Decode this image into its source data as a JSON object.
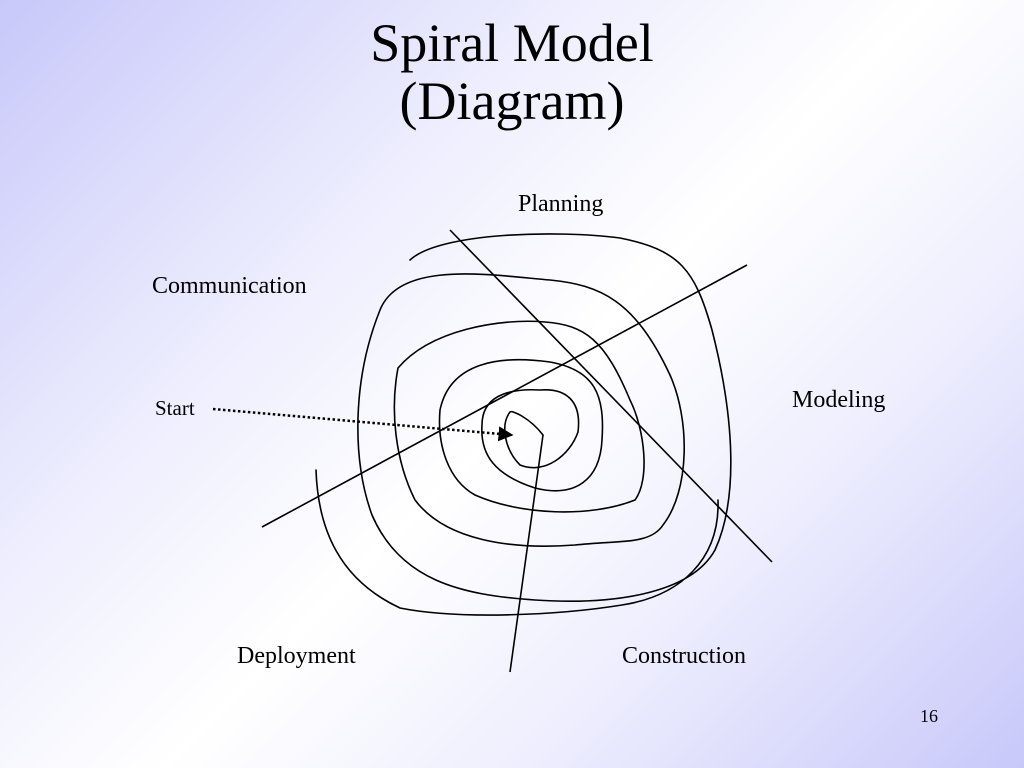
{
  "slide": {
    "title_line1": "Spiral Model",
    "title_line2": "(Diagram)",
    "page_number": "16"
  },
  "diagram": {
    "phases": {
      "planning": "Planning",
      "communication": "Communication",
      "modeling": "Modeling",
      "deployment": "Deployment",
      "construction": "Construction"
    },
    "start_label": "Start"
  },
  "colors": {
    "background_edge": "#c8c8fa",
    "background_center": "#ffffff",
    "ink": "#000000"
  }
}
